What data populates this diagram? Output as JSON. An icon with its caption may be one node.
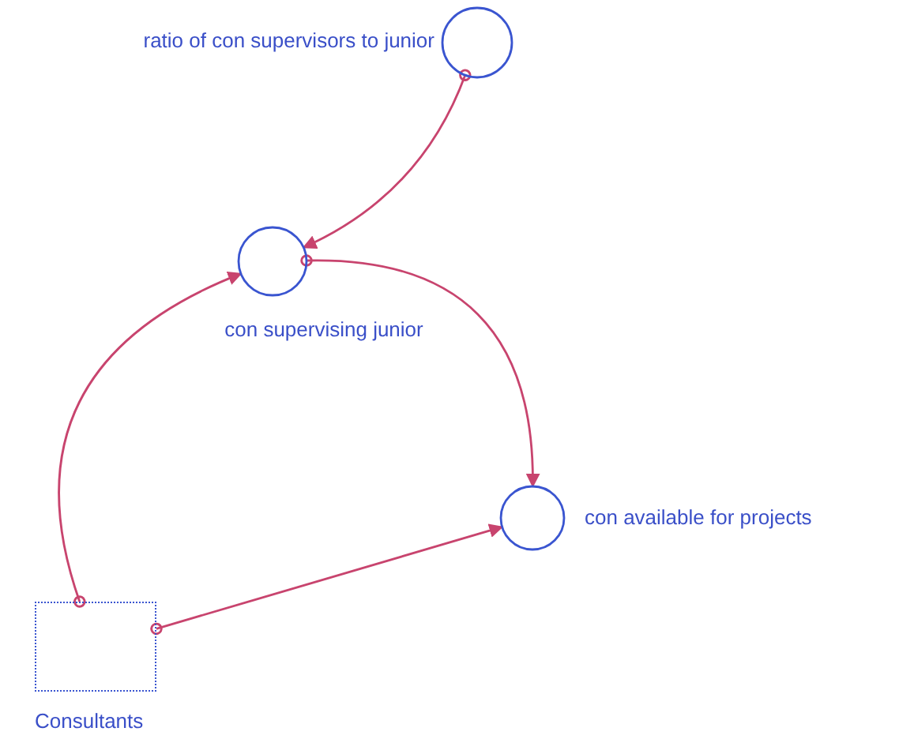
{
  "diagram": {
    "nodes": [
      {
        "text": [
          "ratio of con supervisors to junior"
        ]
      },
      {
        "text": [
          "con supervising junior"
        ]
      },
      {
        "text": [
          "con available for projects"
        ]
      },
      {
        "text": [
          "Consultants"
        ]
      }
    ],
    "edges": [
      {
        "from": 0,
        "to": 1,
        "arrow": "to"
      },
      {
        "from": 3,
        "to": 1,
        "arrow": "to"
      },
      {
        "from": 1,
        "to": 2,
        "arrow": "to"
      },
      {
        "from": 3,
        "to": 2,
        "arrow": "to"
      }
    ]
  }
}
